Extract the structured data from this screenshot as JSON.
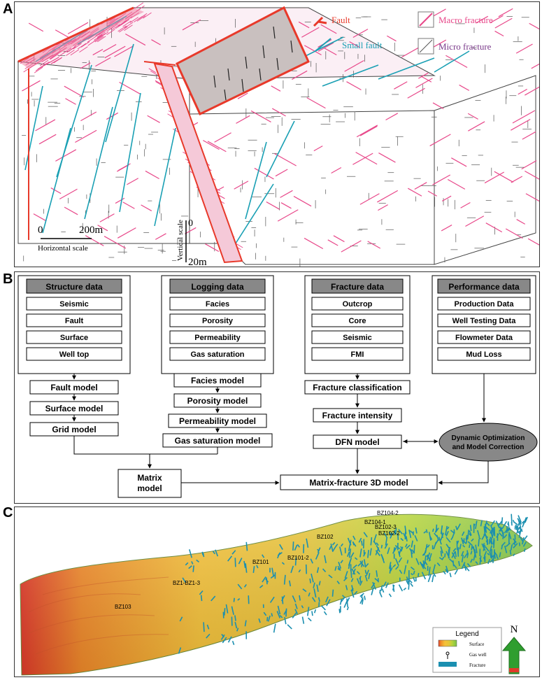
{
  "panel_a": {
    "letter": "A",
    "legend": {
      "fault": "Fault",
      "small_fault": "Small fault",
      "macro_fracture": "Macro fracture",
      "micro_fracture": "Micro fracture"
    },
    "horizontal_scale": {
      "zero": "0",
      "max": "200m",
      "label": "Horizontal scale"
    },
    "vertical_scale": {
      "zero": "0",
      "max": "20m",
      "label": "Vertical scale"
    },
    "colors": {
      "fault": "#e8392a",
      "small_fault": "#1aa0b4",
      "macro_fracture": "#e8488a",
      "micro_fracture": "#555555",
      "fault_plane": "#c9c0bf"
    }
  },
  "panel_b": {
    "letter": "B",
    "columns": [
      {
        "header": "Structure data",
        "items": [
          "Seismic",
          "Fault",
          "Surface",
          "Well top"
        ],
        "models": [
          "Fault model",
          "Surface model",
          "Grid model"
        ]
      },
      {
        "header": "Logging data",
        "items": [
          "Facies",
          "Porosity",
          "Permeability",
          "Gas saturation"
        ],
        "models": [
          "Facies model",
          "Porosity model",
          "Permeability model",
          "Gas saturation model"
        ]
      },
      {
        "header": "Fracture data",
        "items": [
          "Outcrop",
          "Core",
          "Seismic",
          "FMI"
        ],
        "models": [
          "Fracture classification",
          "Fracture intensity",
          "DFN model"
        ]
      },
      {
        "header": "Performance data",
        "items": [
          "Production Data",
          "Well Testing Data",
          "Flowmeter Data",
          "Mud Loss"
        ]
      }
    ],
    "optimization": [
      "Dynamic Optimization",
      "and Model Correction"
    ],
    "matrix_model": [
      "Matrix",
      "model"
    ],
    "final_model": "Matrix-fracture 3D model",
    "colors": {
      "header_fill": "#888888"
    }
  },
  "panel_c": {
    "letter": "C",
    "wells": [
      "BZ104-2",
      "BZ104-1",
      "BZ102-3",
      "BZ102-2",
      "BZ102",
      "BZ101",
      "BZ101-2",
      "BZ1-BZ1-3",
      "BZ103"
    ],
    "legend": {
      "title": "Legend",
      "items": [
        "Surface",
        "Gas well",
        "Fracture"
      ]
    },
    "north": "N",
    "colors": {
      "fracture": "#1b8fb0",
      "north_arrow": "#2f9e2f"
    }
  }
}
